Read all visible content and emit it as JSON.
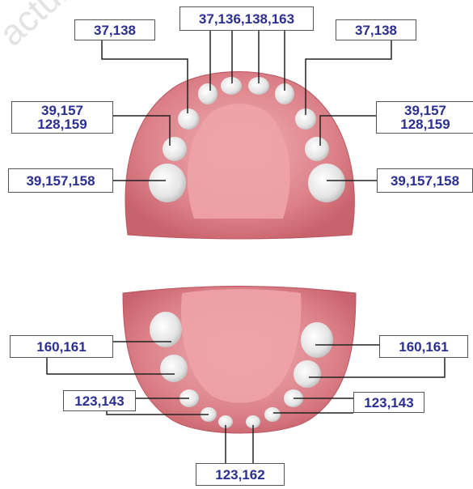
{
  "watermark": "acturer",
  "colors": {
    "label_text": "#2b2f8f",
    "label_border": "#555555",
    "gum": "#d9777f",
    "palate": "#e89aa0",
    "tooth": "#e6e6e6",
    "leader_line": "#222222"
  },
  "upper_arch": {
    "labels": {
      "incisors_center": "37,136,138,163",
      "canine_left": "37,138",
      "canine_right": "37,138",
      "premolar_left_line1": "39,157",
      "premolar_left_line2": "128,159",
      "premolar_right_line1": "39,157",
      "premolar_right_line2": "128,159",
      "molar_left": "39,157,158",
      "molar_right": "39,157,158"
    }
  },
  "lower_arch": {
    "labels": {
      "molar_left": "160,161",
      "molar_right": "160,161",
      "premolar_left": "123,143",
      "premolar_right": "123,143",
      "incisors_center": "123,162"
    }
  }
}
